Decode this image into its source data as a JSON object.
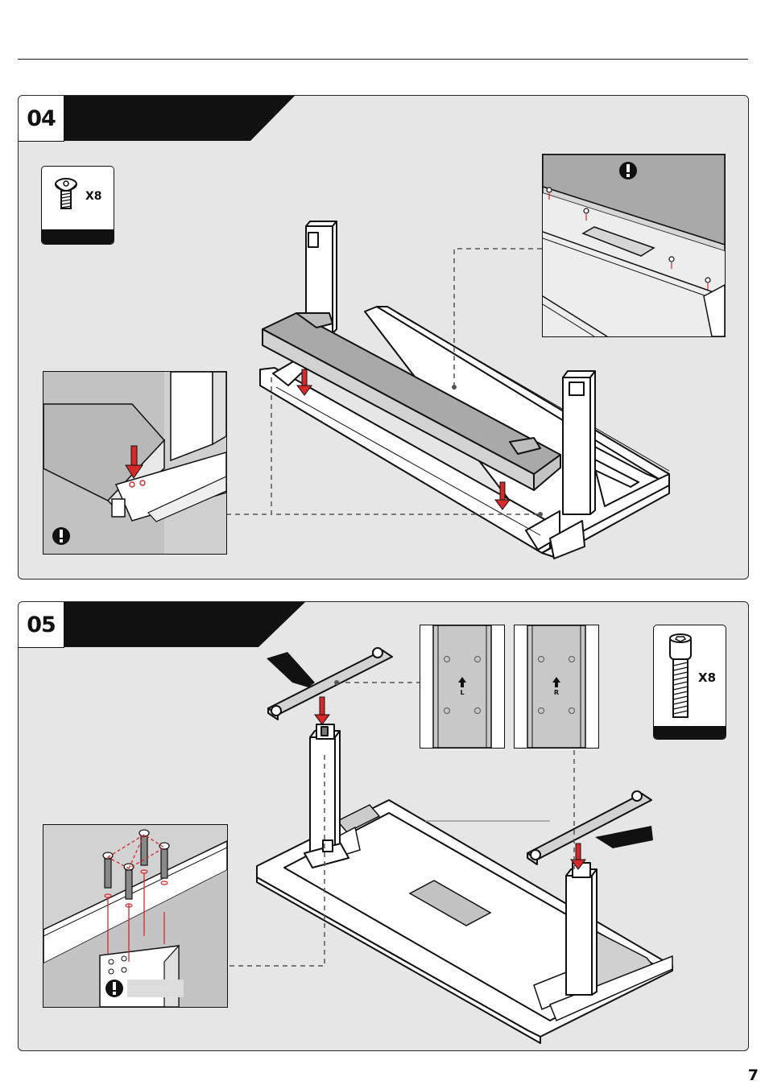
{
  "steps": [
    {
      "number": "04",
      "hardware": {
        "icon": "button-head-screw-icon",
        "quantity": "X8"
      },
      "notice_icon": "exclamation-icon"
    },
    {
      "number": "05",
      "hardware": {
        "icon": "socket-head-bolt-icon",
        "quantity": "X8"
      },
      "plate_labels": {
        "left": "L",
        "right": "R"
      },
      "notice_icon": "exclamation-icon"
    }
  ],
  "page": {
    "number": "7"
  },
  "colors": {
    "accent": "#d7282a",
    "panel": "#e6e6e6",
    "banner": "#111111"
  }
}
